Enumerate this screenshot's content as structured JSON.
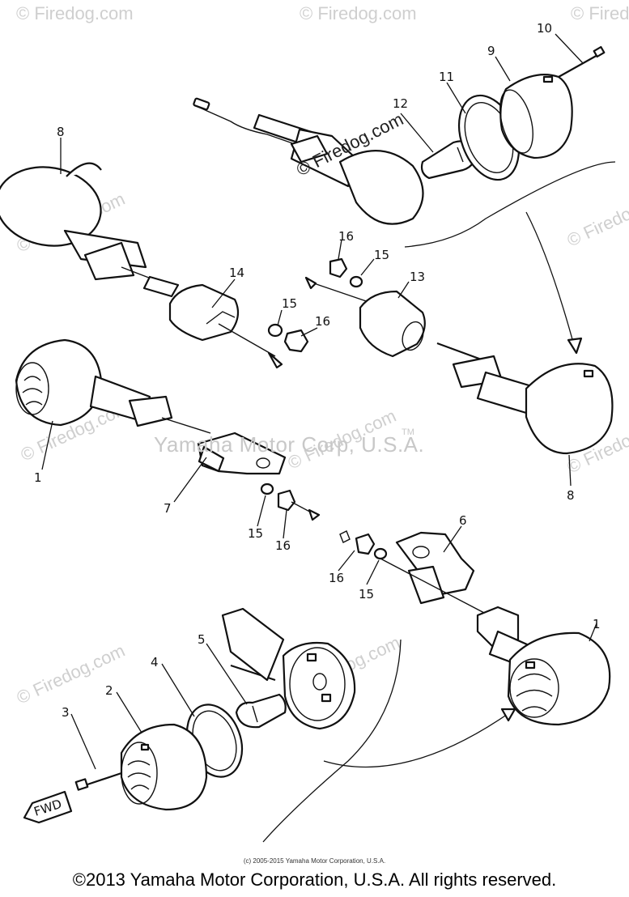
{
  "watermark": {
    "corner_text": "© Firedog.com",
    "center_text": "Yamaha Motor Corp, U.S.A.",
    "tm": "TM",
    "site_label": "© Firedog.com"
  },
  "callouts": [
    "1",
    "1",
    "2",
    "3",
    "4",
    "5",
    "6",
    "7",
    "8",
    "8",
    "9",
    "10",
    "11",
    "12",
    "13",
    "14",
    "15",
    "15",
    "15",
    "15",
    "16",
    "16",
    "16",
    "16"
  ],
  "fwd_label": "FWD",
  "footer": {
    "small_copyright": "(c) 2005-2015 Yamaha Motor Corporation, U.S.A.",
    "main_copyright": "©2013 Yamaha Motor Corporation, U.S.A. All rights reserved."
  }
}
